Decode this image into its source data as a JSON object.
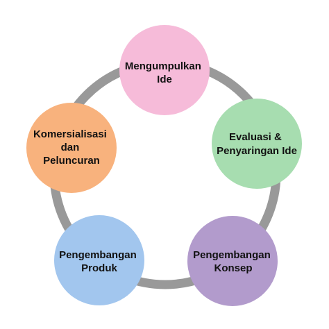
{
  "diagram": {
    "ring_color": "#999999",
    "nodes": [
      {
        "lines": [
          "Mengumpulkan",
          "Ide"
        ],
        "color": "#F6BBD9"
      },
      {
        "lines": [
          "Evaluasi &",
          "Penyaringan Ide"
        ],
        "color": "#A7DDB0"
      },
      {
        "lines": [
          "Pengembangan",
          "Konsep"
        ],
        "color": "#B29BCC"
      },
      {
        "lines": [
          "Pengembangan",
          "Produk"
        ],
        "color": "#A2C6EE"
      },
      {
        "lines": [
          "Komersialisasi",
          "dan",
          "Peluncuran"
        ],
        "color": "#F8B27D"
      }
    ]
  }
}
